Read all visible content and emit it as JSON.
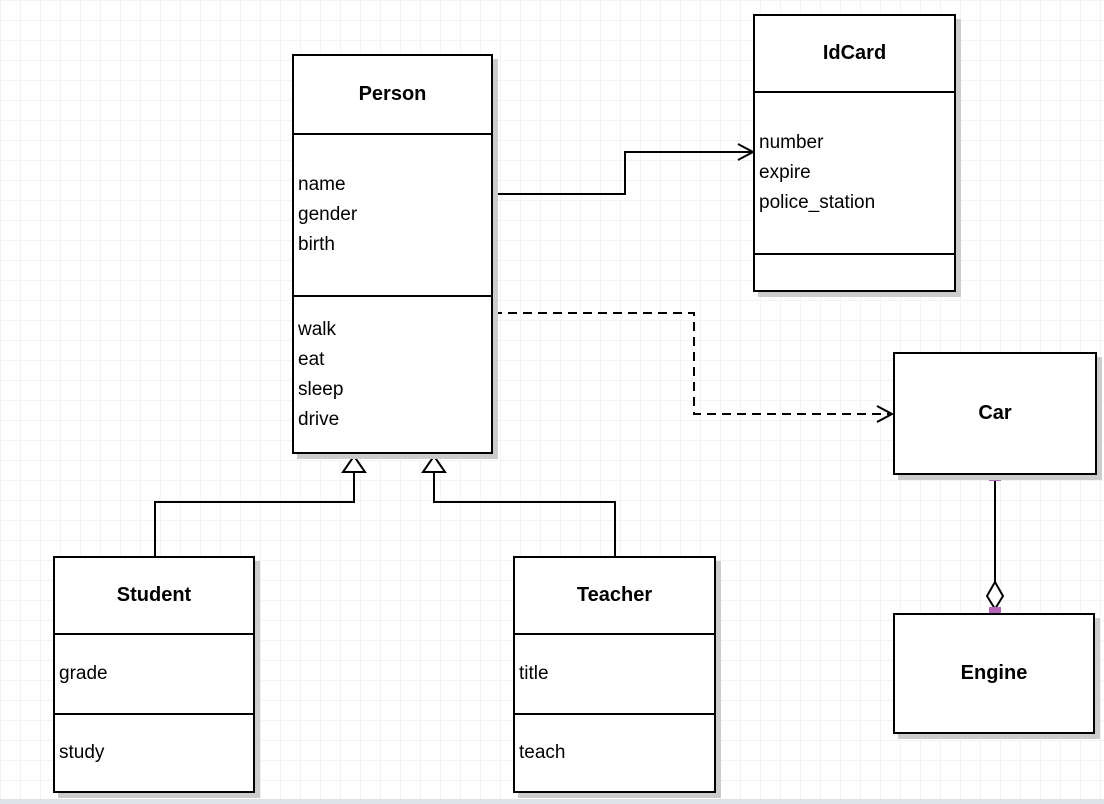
{
  "diagram": {
    "kind": "uml-class-diagram",
    "classes": {
      "person": {
        "title": "Person",
        "attributes": [
          "name",
          "gender",
          "birth"
        ],
        "methods": [
          "walk",
          "eat",
          "sleep",
          "drive"
        ]
      },
      "idcard": {
        "title": "IdCard",
        "attributes": [
          "number",
          "expire",
          "police_station"
        ],
        "methods": []
      },
      "car": {
        "title": "Car",
        "attributes": [],
        "methods": []
      },
      "engine": {
        "title": "Engine",
        "attributes": [],
        "methods": []
      },
      "student": {
        "title": "Student",
        "attributes": [
          "grade"
        ],
        "methods": [
          "study"
        ]
      },
      "teacher": {
        "title": "Teacher",
        "attributes": [
          "title"
        ],
        "methods": [
          "teach"
        ]
      }
    },
    "relationships": [
      {
        "from": "Person",
        "to": "IdCard",
        "type": "association",
        "line": "solid",
        "arrow": "open"
      },
      {
        "from": "Person",
        "to": "Car",
        "type": "dependency",
        "line": "dashed",
        "arrow": "open"
      },
      {
        "from": "Student",
        "to": "Person",
        "type": "generalization",
        "line": "solid",
        "arrow": "hollow-triangle"
      },
      {
        "from": "Teacher",
        "to": "Person",
        "type": "generalization",
        "line": "solid",
        "arrow": "hollow-triangle"
      },
      {
        "from": "Car",
        "to": "Engine",
        "type": "aggregation",
        "line": "solid",
        "arrow": "hollow-diamond"
      }
    ],
    "colors": {
      "line": "#000000",
      "box_fill": "#ffffff",
      "box_shadow": "#cccccc",
      "grid_line": "#f3f3f3",
      "connection_handle": "#b766b7",
      "bottom_strip": "#dde2e7"
    }
  }
}
